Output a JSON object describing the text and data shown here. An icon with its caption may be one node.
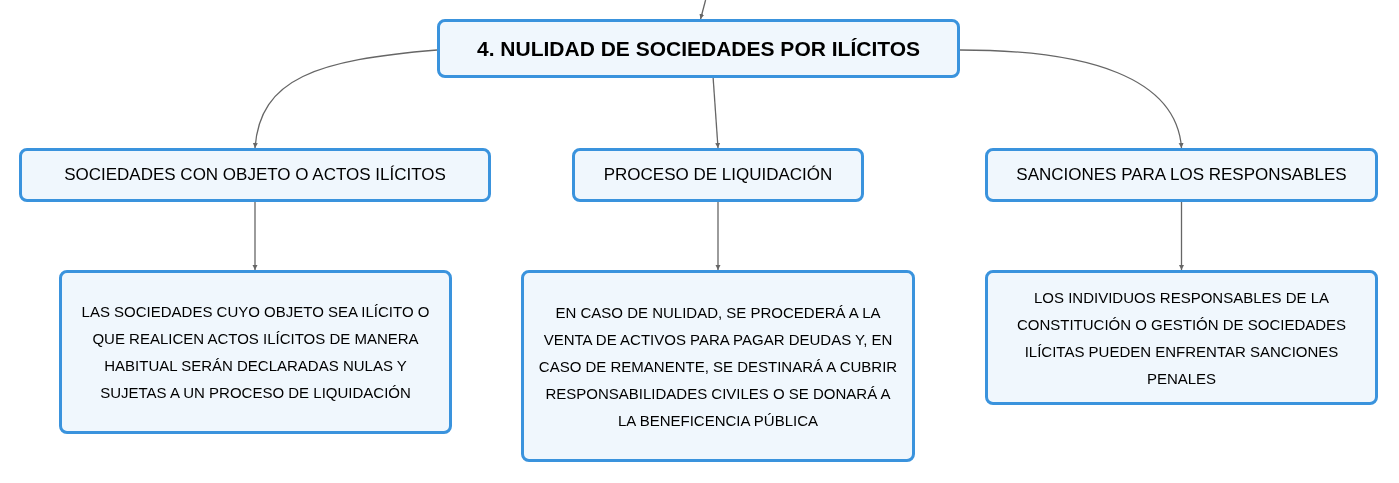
{
  "diagram": {
    "nodes": [
      {
        "text": [
          "4. NULIDAD DE SOCIEDADES POR ILÍCITOS"
        ]
      },
      {
        "text": [
          "SOCIEDADES CON OBJETO O ACTOS ILÍCITOS"
        ]
      },
      {
        "text": [
          "PROCESO DE LIQUIDACIÓN"
        ]
      },
      {
        "text": [
          "SANCIONES PARA LOS RESPONSABLES"
        ]
      },
      {
        "text": [
          "LAS SOCIEDADES CUYO OBJETO SEA ILÍCITO O QUE REALICEN ACTOS ILÍCITOS DE MANERA HABITUAL SERÁN DECLARADAS NULAS Y SUJETAS A UN PROCESO DE LIQUIDACIÓN"
        ]
      },
      {
        "text": [
          "EN CASO DE NULIDAD, SE PROCEDERÁ A LA VENTA DE ACTIVOS PARA PAGAR DEUDAS Y, EN CASO DE REMANENTE, SE DESTINARÁ A CUBRIR RESPONSABILIDADES CIVILES O SE DONARÁ A LA BENEFICENCIA PÚBLICA"
        ]
      },
      {
        "text": [
          "LOS INDIVIDUOS RESPONSABLES DE LA CONSTITUCIÓN O GESTIÓN DE SOCIEDADES ILÍCITAS PUEDEN ENFRENTAR SANCIONES PENALES"
        ]
      }
    ],
    "edges": [
      {
        "from": null,
        "to": 0,
        "arrow": "to"
      },
      {
        "from": 0,
        "to": 1,
        "arrow": "to"
      },
      {
        "from": 0,
        "to": 2,
        "arrow": "to"
      },
      {
        "from": 0,
        "to": 3,
        "arrow": "to"
      },
      {
        "from": 1,
        "to": 4,
        "arrow": "to"
      },
      {
        "from": 2,
        "to": 5,
        "arrow": "to"
      },
      {
        "from": 3,
        "to": 6,
        "arrow": "to"
      }
    ]
  }
}
